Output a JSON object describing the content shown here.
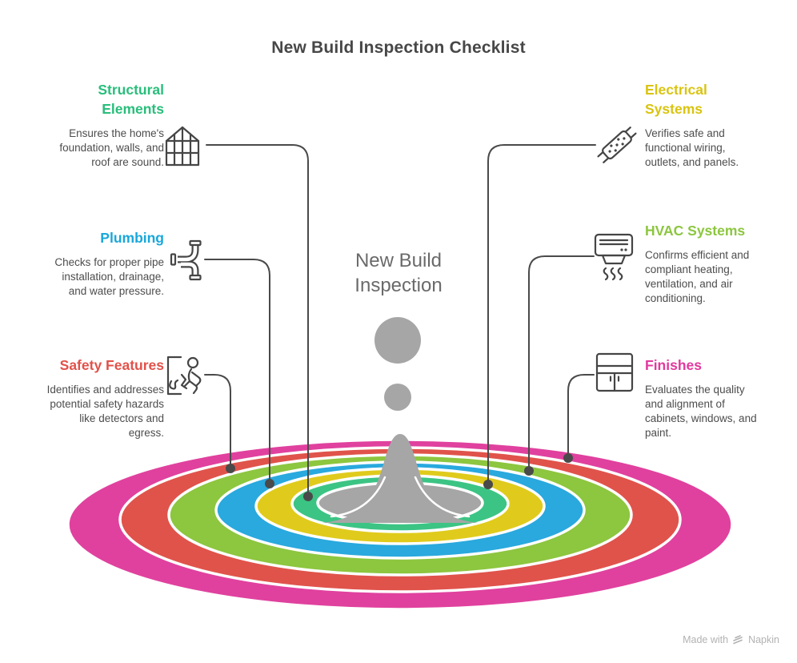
{
  "page": {
    "title": "New Build Inspection Checklist",
    "background": "#FFFFFF"
  },
  "center_label": {
    "text": "New Build\nInspection"
  },
  "items": [
    {
      "id": "structural-elements",
      "title": "Structural\nElements",
      "description": "Ensures the home's\nfoundation, walls, and\nroof are sound.",
      "color": "#29BE7B",
      "icon": "house-frame-icon",
      "side": "left"
    },
    {
      "id": "plumbing",
      "title": "Plumbing",
      "description": "Checks for proper pipe\ninstallation, drainage,\nand water pressure.",
      "color": "#19A7DB",
      "icon": "pipes-icon",
      "side": "left"
    },
    {
      "id": "safety-features",
      "title": "Safety Features",
      "description": "Identifies and addresses\npotential safety hazards\nlike detectors and\negress.",
      "color": "#E2514A",
      "icon": "emergency-exit-icon",
      "side": "left"
    },
    {
      "id": "electrical-systems",
      "title": "Electrical\nSystems",
      "description": "Verifies safe and\nfunctional wiring,\noutlets, and panels.",
      "color": "#D9C411",
      "icon": "fuse-icon",
      "side": "right"
    },
    {
      "id": "hvac-systems",
      "title": "HVAC Systems",
      "description": "Confirms efficient and\ncompliant heating,\nventilation, and air\nconditioning.",
      "color": "#8CC63F",
      "icon": "air-conditioner-icon",
      "side": "right"
    },
    {
      "id": "finishes",
      "title": "Finishes",
      "description": "Evaluates the quality\nand alignment of\ncabinets, windows, and\npaint.",
      "color": "#E2399E",
      "icon": "cabinet-icon",
      "side": "right"
    }
  ],
  "ripple": {
    "rings": [
      {
        "label": "finishes",
        "color": "#E0419E"
      },
      {
        "label": "safety",
        "color": "#E0534B"
      },
      {
        "label": "hvac",
        "color": "#8DC63F"
      },
      {
        "label": "plumbing",
        "color": "#29A9DE"
      },
      {
        "label": "electrical",
        "color": "#E0CB1C"
      },
      {
        "label": "structural",
        "color": "#3CC484"
      }
    ],
    "pool_color": "#A6A6A6"
  },
  "connectors": {
    "color": "#4A4A4A"
  },
  "icon_stroke": "#454545",
  "watermark": {
    "prefix": "Made with",
    "brand": "Napkin"
  }
}
